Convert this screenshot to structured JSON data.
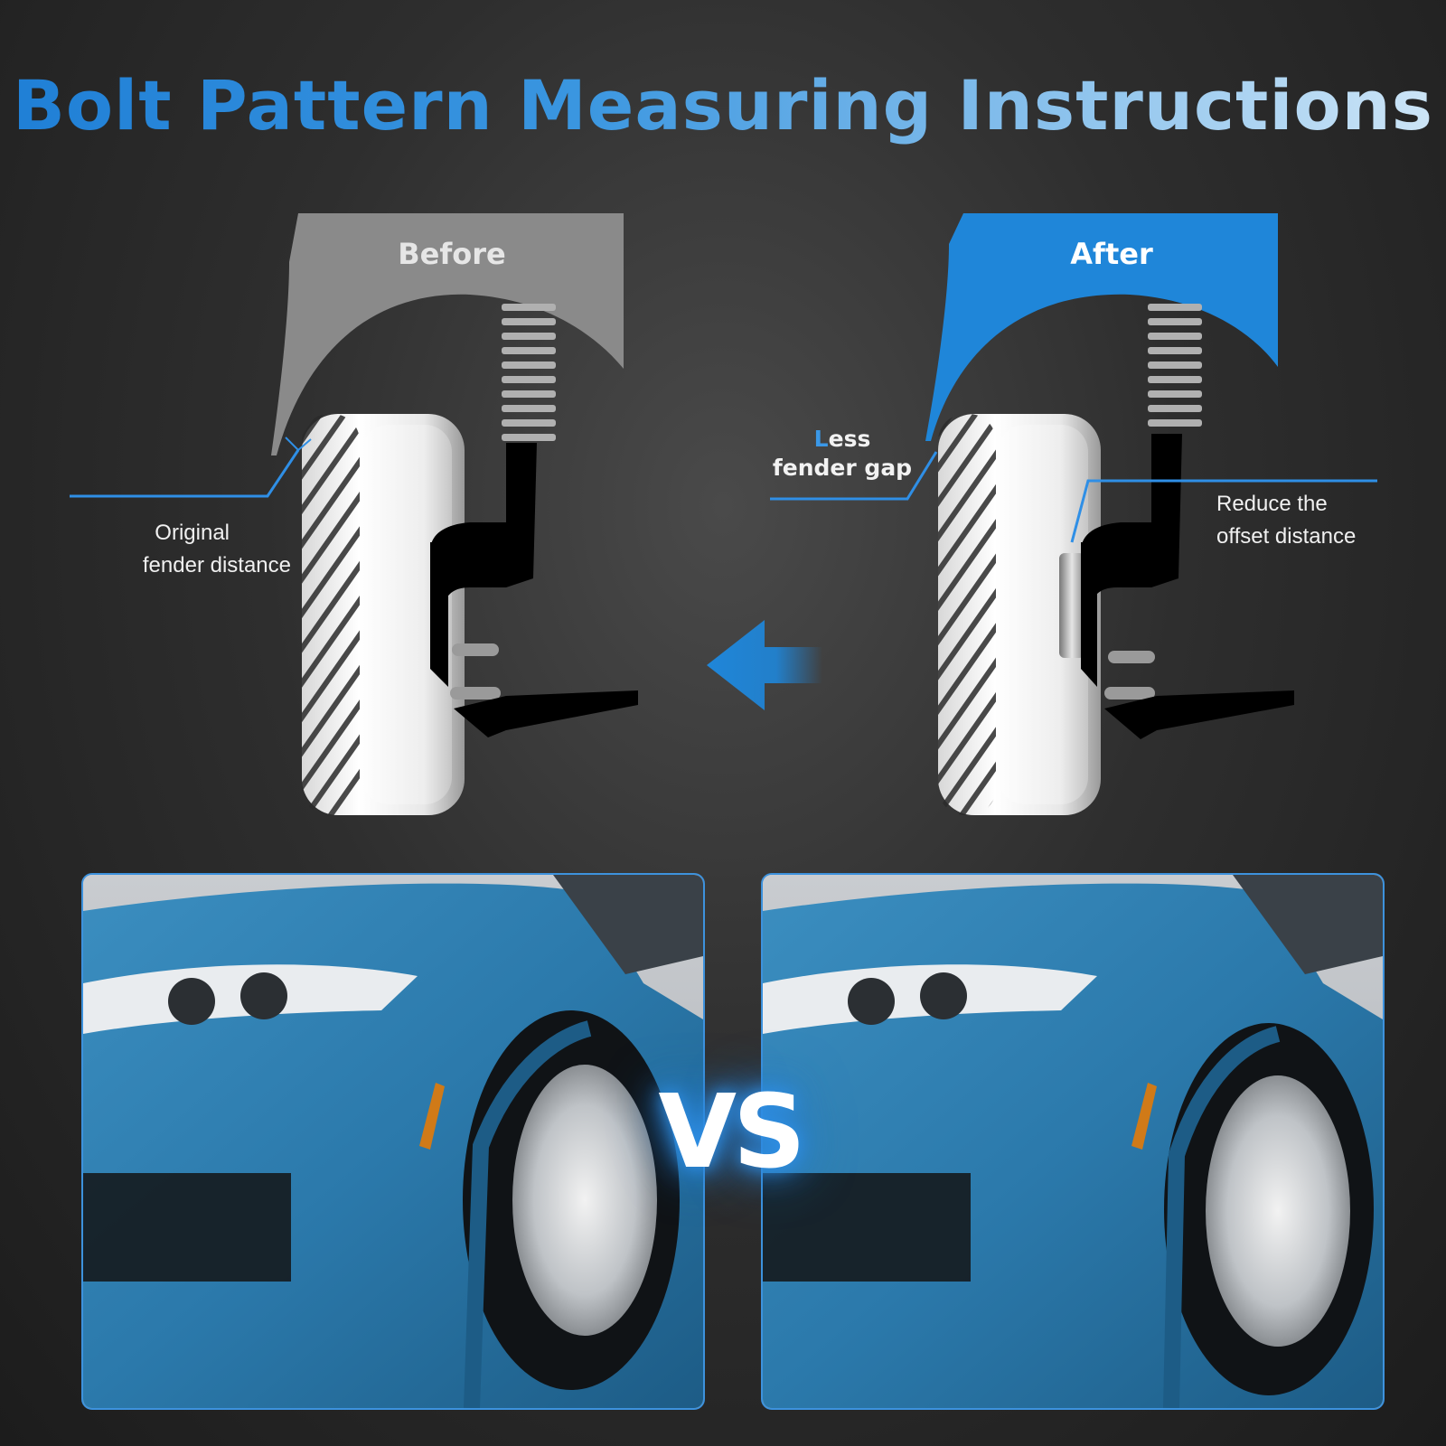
{
  "title": "Bolt Pattern Measuring Instructions",
  "before": {
    "label": "Before",
    "callout_line1": "Original",
    "callout_line2": "fender distance"
  },
  "after": {
    "label": "After",
    "gap_first_letter": "L",
    "gap_rest_line1": "ess",
    "gap_line2": "fender gap",
    "callout_line1": "Reduce the",
    "callout_line2": "offset distance"
  },
  "comparison": {
    "vs_text": "VS"
  },
  "colors": {
    "accent": "#2f8fe6",
    "fender_before": "#8a8a8a",
    "fender_after": "#1f86d9",
    "car_body": "#2f7fb4"
  },
  "icons": {
    "arrow": "arrow-left-icon"
  }
}
